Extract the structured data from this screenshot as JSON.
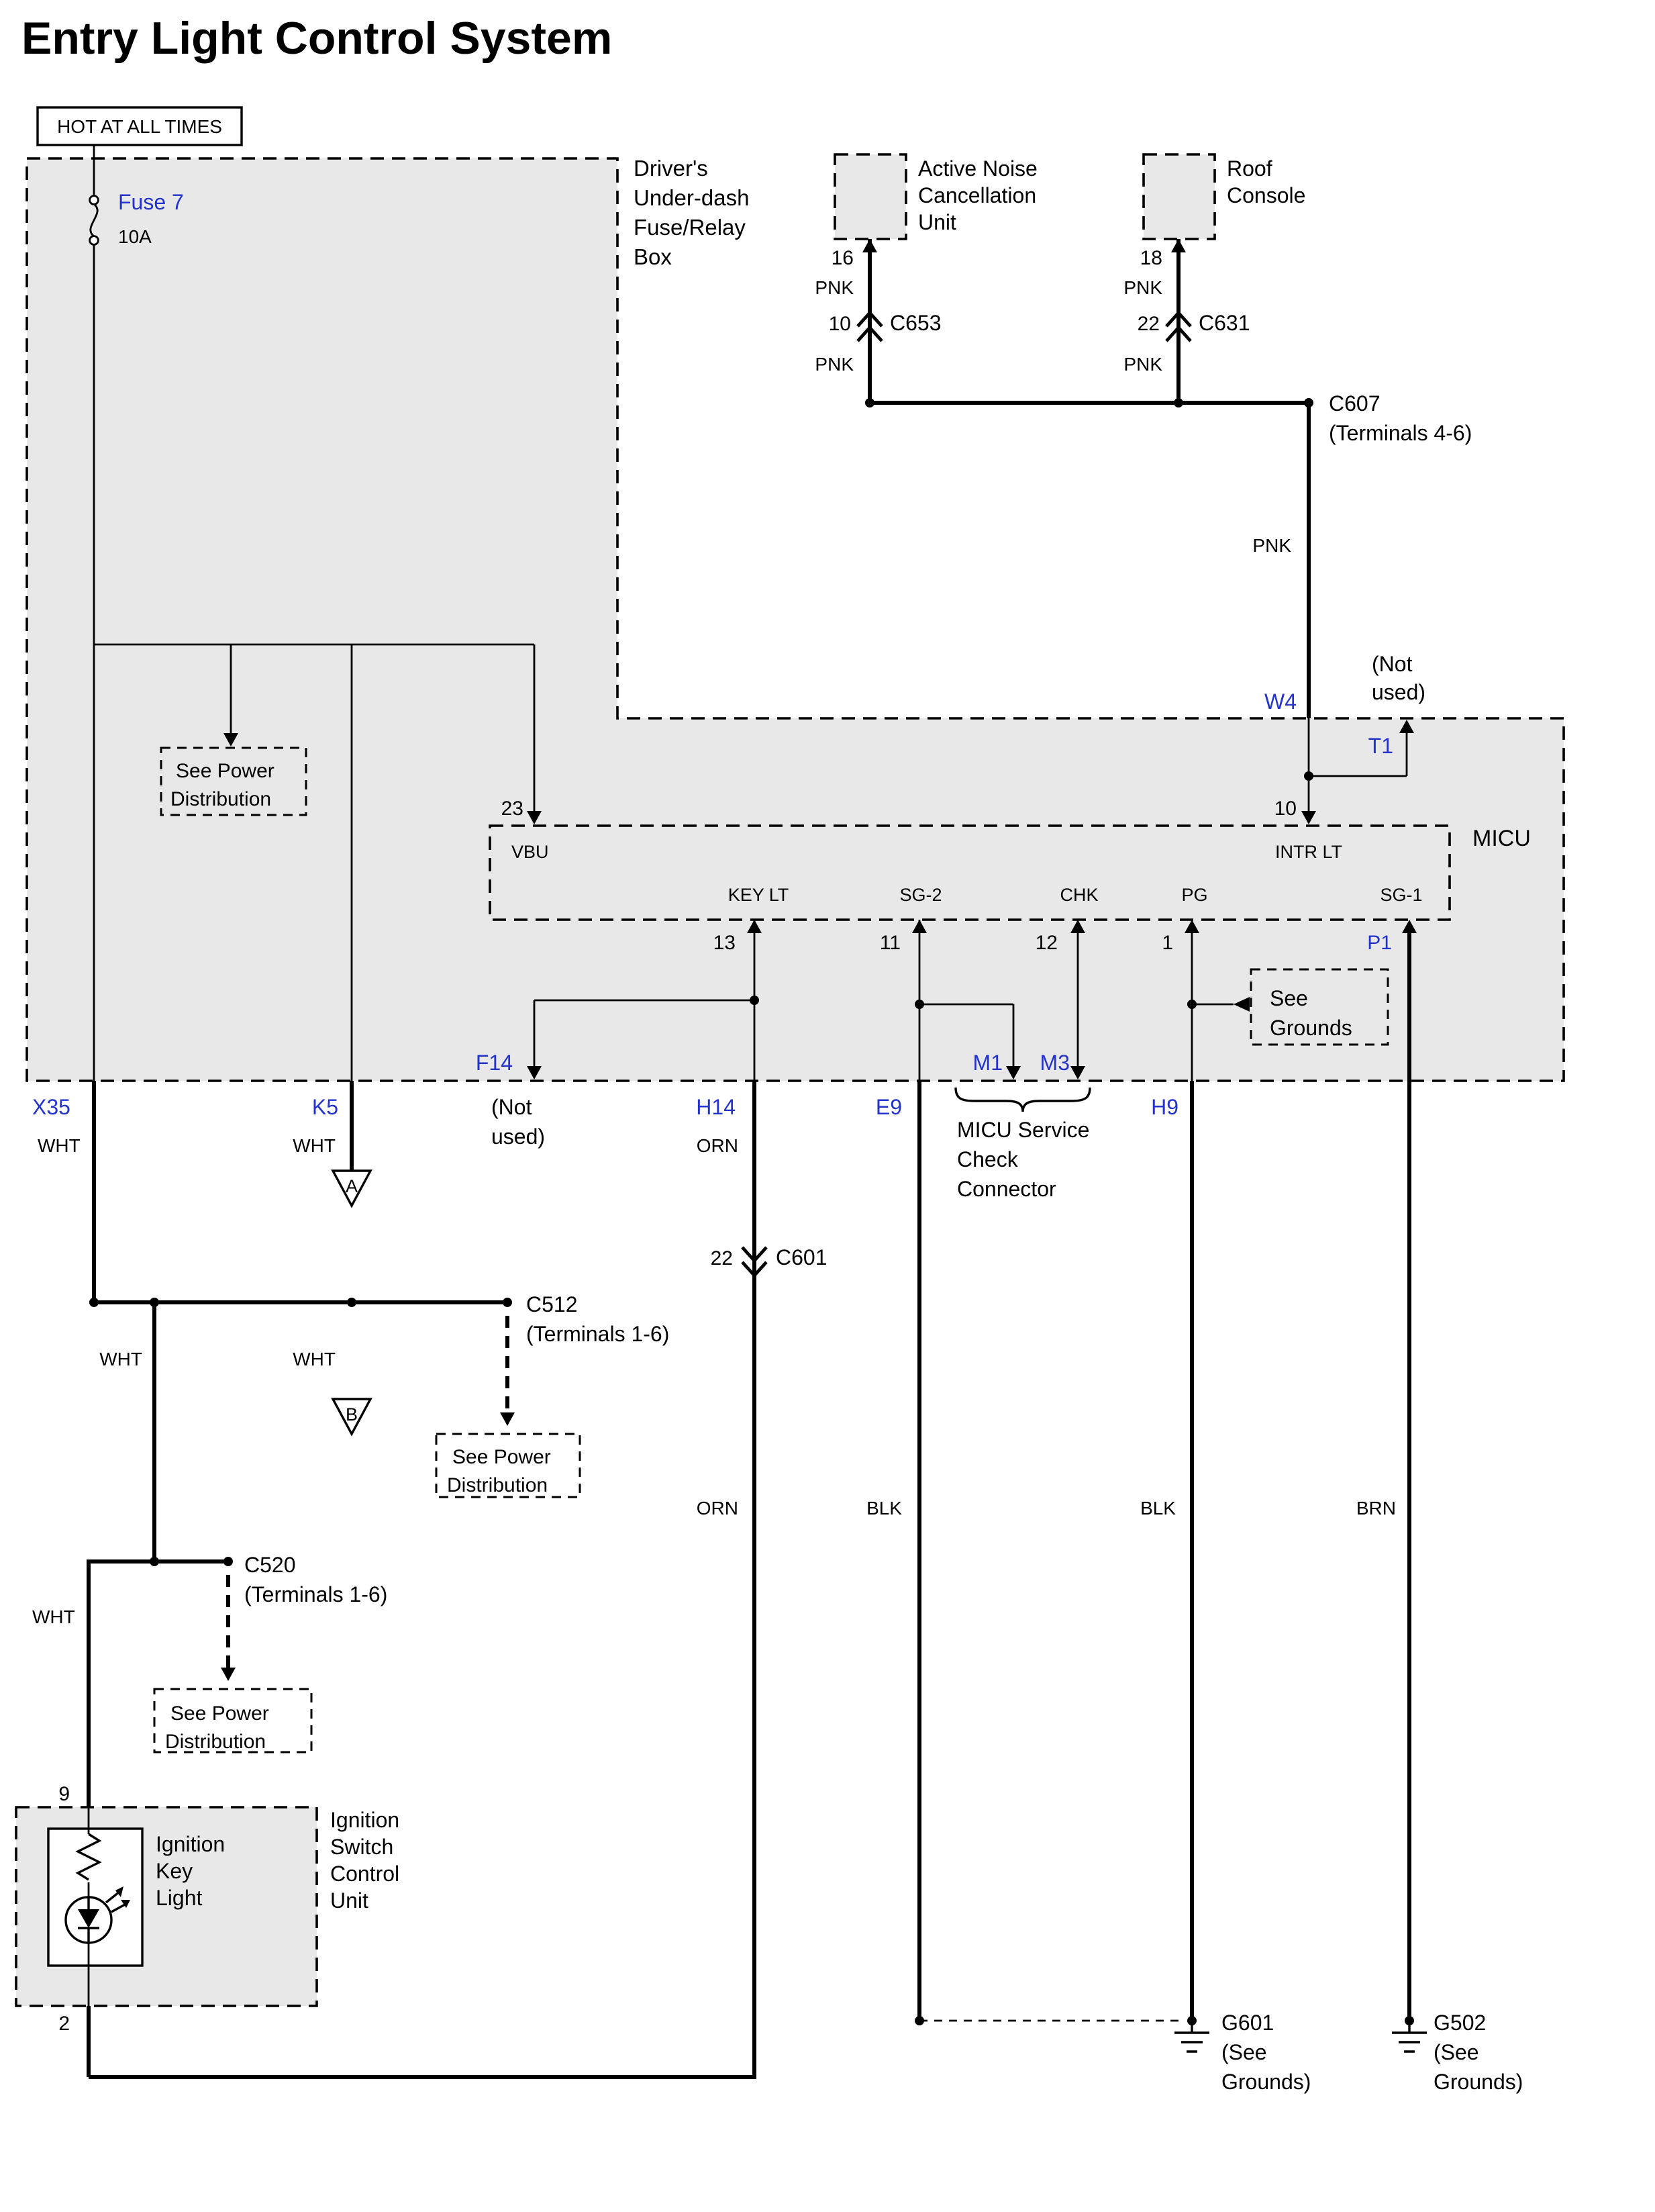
{
  "title": "Entry Light Control System",
  "banner": {
    "hot": "HOT AT ALL TIMES"
  },
  "colors": {
    "label_blue": "#2333cc",
    "box_gray": "#e8e8e8",
    "line": "#000000"
  },
  "wires": {
    "pnk": "PNK",
    "wht": "WHT",
    "orn": "ORN",
    "blk": "BLK",
    "brn": "BRN"
  },
  "fusebox": {
    "label": [
      "Driver's",
      "Under-dash",
      "Fuse/Relay",
      "Box"
    ],
    "fuse": "Fuse 7",
    "amp": "10A"
  },
  "anc": {
    "label": [
      "Active Noise",
      "Cancellation",
      "Unit"
    ],
    "pin": "16",
    "pin2": "10",
    "conn": "C653"
  },
  "roof": {
    "label": [
      "Roof",
      "Console"
    ],
    "pin": "18",
    "pin2": "22",
    "conn": "C631"
  },
  "c607": {
    "name": "C607",
    "terms": "(Terminals 4-6)"
  },
  "w4": "W4",
  "t1": "T1",
  "not_used": [
    "(Not",
    "used)"
  ],
  "micu": {
    "name": "MICU",
    "vbu": {
      "pin": "23",
      "label": "VBU"
    },
    "intr": {
      "pin": "10",
      "label": "INTR LT"
    },
    "keylt": {
      "pin": "13",
      "label": "KEY LT"
    },
    "sg2": {
      "pin": "11",
      "label": "SG-2"
    },
    "chk": {
      "pin": "12",
      "label": "CHK"
    },
    "pg": {
      "pin": "1",
      "label": "PG"
    },
    "sg1": {
      "pin": "P1",
      "label": "SG-1"
    }
  },
  "see_grounds": [
    "See",
    "Grounds"
  ],
  "see_power": [
    "See Power",
    "Distribution"
  ],
  "connectors": {
    "x35": "X35",
    "k5": "K5",
    "f14": "F14",
    "h14": "H14",
    "e9": "E9",
    "m1": "M1",
    "m3": "M3",
    "h9": "H9"
  },
  "service": [
    "MICU Service",
    "Check",
    "Connector"
  ],
  "c601": {
    "pin": "22",
    "name": "C601"
  },
  "c512": {
    "name": "C512",
    "terms": "(Terminals 1-6)"
  },
  "c520": {
    "name": "C520",
    "terms": "(Terminals 1-6)"
  },
  "ign_light": {
    "label": [
      "Ignition",
      "Key",
      "Light"
    ],
    "pin_in": "9",
    "pin_out": "2"
  },
  "ign_switch": [
    "Ignition",
    "Switch",
    "Control",
    "Unit"
  ],
  "g601": {
    "name": "G601",
    "see": [
      "(See",
      "Grounds)"
    ]
  },
  "g502": {
    "name": "G502",
    "see": [
      "(See",
      "Grounds)"
    ]
  },
  "tri_a": "A",
  "tri_b": "B"
}
